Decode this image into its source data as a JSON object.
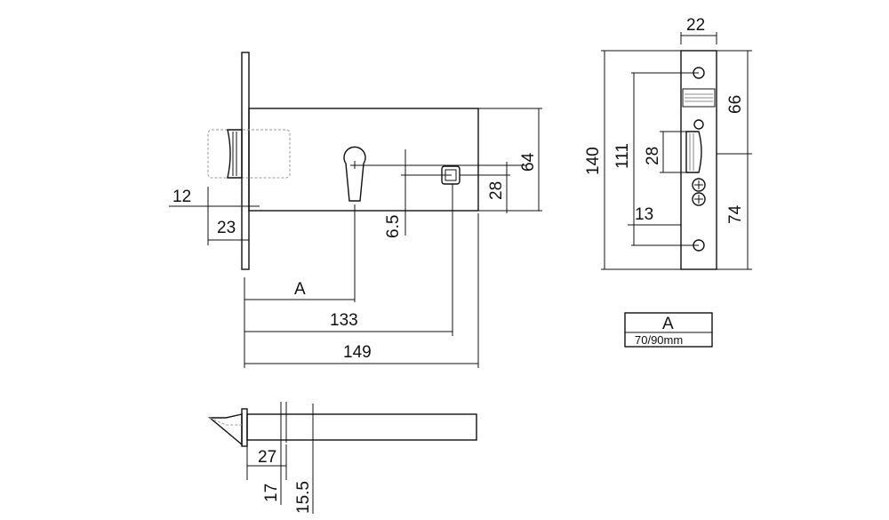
{
  "dimensions": {
    "d12": "12",
    "d23": "23",
    "dA": "A",
    "d133": "133",
    "d149": "149",
    "d6_5": "6.5",
    "d28_side": "28",
    "d64": "64",
    "d22": "22",
    "d140": "140",
    "d111": "111",
    "d28_strike": "28",
    "d13": "13",
    "d66": "66",
    "d74": "74",
    "d27": "27",
    "d17": "17",
    "d15_5": "15.5"
  },
  "backset_table": {
    "header": "A",
    "value": "70/90mm"
  }
}
